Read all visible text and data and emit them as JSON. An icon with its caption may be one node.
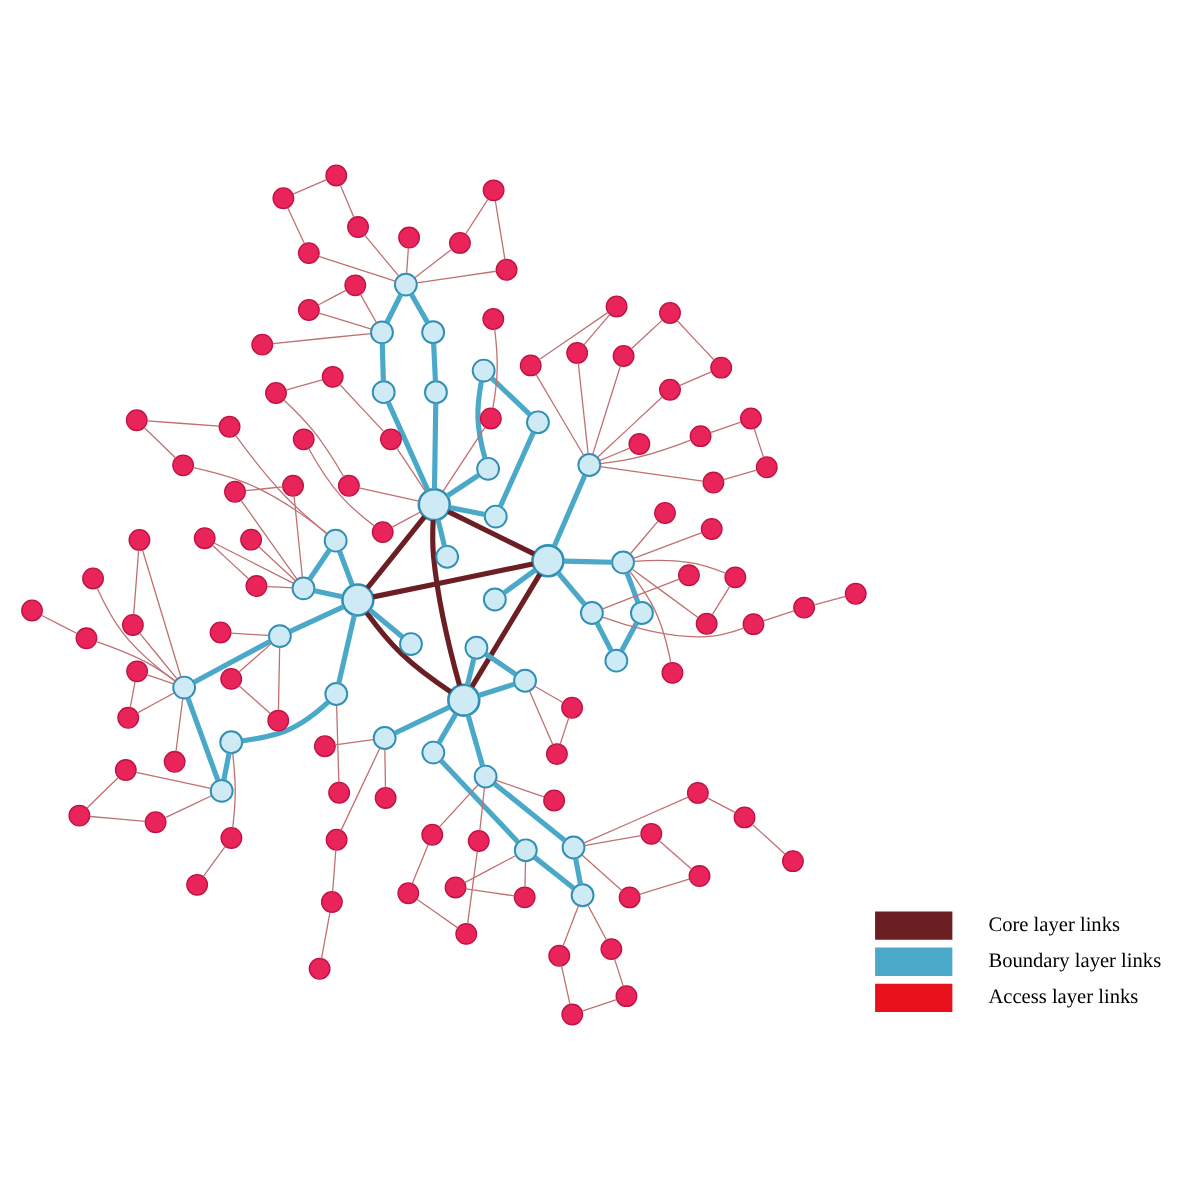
{
  "diagram": {
    "nodes": [
      {
        "text": [],
        "shape": "circle"
      },
      {
        "text": [],
        "shape": "circle"
      },
      {
        "text": [],
        "shape": "circle"
      },
      {
        "text": [],
        "shape": "circle"
      },
      {
        "text": [],
        "shape": "circle"
      },
      {
        "text": [],
        "shape": "circle"
      },
      {
        "text": [],
        "shape": "circle"
      },
      {
        "text": [],
        "shape": "circle"
      },
      {
        "text": [],
        "shape": "circle"
      },
      {
        "text": [],
        "shape": "circle"
      },
      {
        "text": [],
        "shape": "circle"
      },
      {
        "text": [],
        "shape": "circle"
      },
      {
        "text": [],
        "shape": "circle"
      },
      {
        "text": [],
        "shape": "circle"
      },
      {
        "text": [],
        "shape": "circle"
      },
      {
        "text": [],
        "shape": "circle"
      },
      {
        "text": [],
        "shape": "circle"
      },
      {
        "text": [],
        "shape": "circle"
      },
      {
        "text": [],
        "shape": "circle"
      },
      {
        "text": [],
        "shape": "circle"
      },
      {
        "text": [],
        "shape": "circle"
      },
      {
        "text": [],
        "shape": "circle"
      },
      {
        "text": [],
        "shape": "circle"
      },
      {
        "text": [],
        "shape": "circle"
      },
      {
        "text": [],
        "shape": "circle"
      },
      {
        "text": [],
        "shape": "circle"
      },
      {
        "text": [],
        "shape": "circle"
      },
      {
        "text": [],
        "shape": "circle"
      },
      {
        "text": [],
        "shape": "circle"
      },
      {
        "text": [],
        "shape": "circle"
      },
      {
        "text": [],
        "shape": "circle"
      },
      {
        "text": [],
        "shape": "circle"
      },
      {
        "text": [],
        "shape": "circle"
      },
      {
        "text": [],
        "shape": "circle"
      },
      {
        "text": [],
        "shape": "circle"
      },
      {
        "text": [],
        "shape": "circle"
      },
      {
        "text": [],
        "shape": "circle"
      },
      {
        "text": [],
        "shape": "circle"
      },
      {
        "text": [],
        "shape": "circle"
      },
      {
        "text": [],
        "shape": "circle"
      },
      {
        "text": [],
        "shape": "circle"
      },
      {
        "text": [],
        "shape": "circle"
      },
      {
        "text": [],
        "shape": "circle"
      },
      {
        "text": [],
        "shape": "circle"
      },
      {
        "text": [],
        "shape": "circle"
      },
      {
        "text": [],
        "shape": "circle"
      },
      {
        "text": [],
        "shape": "circle"
      },
      {
        "text": [],
        "shape": "circle"
      },
      {
        "text": [],
        "shape": "circle"
      },
      {
        "text": [],
        "shape": "circle"
      },
      {
        "text": [],
        "shape": "circle"
      },
      {
        "text": [],
        "shape": "circle"
      },
      {
        "text": [],
        "shape": "circle"
      },
      {
        "text": [],
        "shape": "circle"
      },
      {
        "text": [],
        "shape": "circle"
      },
      {
        "text": [],
        "shape": "circle"
      },
      {
        "text": [],
        "shape": "circle"
      },
      {
        "text": [],
        "shape": "circle"
      },
      {
        "text": [],
        "shape": "circle"
      },
      {
        "text": [],
        "shape": "circle"
      },
      {
        "text": [],
        "shape": "circle"
      },
      {
        "text": [],
        "shape": "circle"
      },
      {
        "text": [],
        "shape": "circle"
      },
      {
        "text": [],
        "shape": "circle"
      },
      {
        "text": [],
        "shape": "circle"
      },
      {
        "text": [],
        "shape": "circle"
      },
      {
        "text": [],
        "shape": "circle"
      },
      {
        "text": [],
        "shape": "circle"
      },
      {
        "text": [],
        "shape": "circle"
      },
      {
        "text": [],
        "shape": "circle"
      },
      {
        "text": [],
        "shape": "circle"
      },
      {
        "text": [],
        "shape": "circle"
      },
      {
        "text": [],
        "shape": "circle"
      },
      {
        "text": [],
        "shape": "circle"
      },
      {
        "text": [],
        "shape": "circle"
      },
      {
        "text": [],
        "shape": "circle"
      },
      {
        "text": [],
        "shape": "circle"
      },
      {
        "text": [],
        "shape": "circle"
      },
      {
        "text": [],
        "shape": "circle"
      },
      {
        "text": [],
        "shape": "circle"
      },
      {
        "text": [],
        "shape": "circle"
      },
      {
        "text": [],
        "shape": "circle"
      },
      {
        "text": [],
        "shape": "circle"
      },
      {
        "text": [],
        "shape": "circle"
      },
      {
        "text": [],
        "shape": "circle"
      },
      {
        "text": [],
        "shape": "circle"
      },
      {
        "text": [],
        "shape": "circle"
      },
      {
        "text": [],
        "shape": "circle"
      },
      {
        "text": [],
        "shape": "circle"
      },
      {
        "text": [],
        "shape": "circle"
      },
      {
        "text": [],
        "shape": "circle"
      },
      {
        "text": [],
        "shape": "circle"
      },
      {
        "text": [],
        "shape": "circle"
      },
      {
        "text": [],
        "shape": "circle"
      },
      {
        "text": [],
        "shape": "circle"
      },
      {
        "text": [],
        "shape": "circle"
      },
      {
        "text": [],
        "shape": "circle"
      },
      {
        "text": [],
        "shape": "circle"
      },
      {
        "text": [],
        "shape": "circle"
      },
      {
        "text": [],
        "shape": "circle"
      },
      {
        "text": [],
        "shape": "circle"
      },
      {
        "text": [],
        "shape": "circle"
      },
      {
        "text": [],
        "shape": "circle"
      },
      {
        "text": [],
        "shape": "circle"
      },
      {
        "text": [],
        "shape": "circle"
      },
      {
        "text": [],
        "shape": "circle"
      },
      {
        "text": [],
        "shape": "circle"
      },
      {
        "text": [],
        "shape": "circle"
      },
      {
        "text": [],
        "shape": "circle"
      },
      {
        "text": [],
        "shape": "circle"
      },
      {
        "text": [],
        "shape": "circle"
      },
      {
        "text": [],
        "shape": "circle"
      },
      {
        "text": [],
        "shape": "circle"
      },
      {
        "text": [],
        "shape": "circle"
      },
      {
        "text": [],
        "shape": "circle"
      },
      {
        "text": [],
        "shape": "circle"
      },
      {
        "text": [],
        "shape": "circle"
      },
      {
        "text": [],
        "shape": "circle"
      },
      {
        "text": [],
        "shape": "circle"
      },
      {
        "text": [],
        "shape": "circle"
      },
      {
        "text": [],
        "shape": "circle"
      },
      {
        "text": [],
        "shape": "circle"
      },
      {
        "text": [],
        "shape": "circle"
      },
      {
        "text": [],
        "shape": "circle"
      },
      {
        "text": [],
        "shape": "circle"
      }
    ],
    "edges": [
      {
        "from": 0,
        "to": 1,
        "arrow": "none",
        "style": "thick",
        "color": "#6b1f23"
      },
      {
        "from": 0,
        "to": 2,
        "arrow": "none",
        "style": "thick",
        "color": "#6b1f23"
      },
      {
        "from": 1,
        "to": 3,
        "arrow": "none",
        "style": "thick",
        "color": "#6b1f23"
      },
      {
        "from": 2,
        "to": 3,
        "arrow": "none",
        "style": "thick",
        "color": "#6b1f23"
      },
      {
        "from": 0,
        "to": 3,
        "arrow": "none",
        "style": "thick",
        "color": "#6b1f23"
      },
      {
        "from": 1,
        "to": 2,
        "arrow": "none",
        "style": "thick",
        "color": "#6b1f23"
      },
      {
        "from": 0,
        "to": 4,
        "arrow": "none",
        "style": "thick",
        "color": "#4aa8c8"
      },
      {
        "from": 0,
        "to": 5,
        "arrow": "none",
        "style": "thick",
        "color": "#4aa8c8"
      },
      {
        "from": 5,
        "to": 6,
        "arrow": "none",
        "style": "thick",
        "color": "#4aa8c8"
      },
      {
        "from": 6,
        "to": 7,
        "arrow": "none",
        "style": "thick",
        "color": "#4aa8c8"
      },
      {
        "from": 7,
        "to": 8,
        "arrow": "none",
        "style": "thick",
        "color": "#4aa8c8"
      },
      {
        "from": 8,
        "to": 0,
        "arrow": "none",
        "style": "thick",
        "color": "#4aa8c8"
      },
      {
        "from": 0,
        "to": 9,
        "arrow": "none",
        "style": "thick",
        "color": "#4aa8c8"
      },
      {
        "from": 1,
        "to": 10,
        "arrow": "none",
        "style": "thick",
        "color": "#4aa8c8"
      },
      {
        "from": 10,
        "to": 11,
        "arrow": "none",
        "style": "thick",
        "color": "#4aa8c8"
      },
      {
        "from": 11,
        "to": 1,
        "arrow": "none",
        "style": "thick",
        "color": "#4aa8c8"
      },
      {
        "from": 1,
        "to": 12,
        "arrow": "none",
        "style": "thick",
        "color": "#4aa8c8"
      },
      {
        "from": 12,
        "to": 16,
        "arrow": "none",
        "style": "thick",
        "color": "#4aa8c8"
      },
      {
        "from": 1,
        "to": 13,
        "arrow": "none",
        "style": "thick",
        "color": "#4aa8c8"
      },
      {
        "from": 13,
        "to": 14,
        "arrow": "none",
        "style": "thick",
        "color": "#4aa8c8"
      },
      {
        "from": 14,
        "to": 15,
        "arrow": "none",
        "style": "thick",
        "color": "#4aa8c8"
      },
      {
        "from": 15,
        "to": 16,
        "arrow": "none",
        "style": "thick",
        "color": "#4aa8c8"
      },
      {
        "from": 1,
        "to": 17,
        "arrow": "none",
        "style": "thick",
        "color": "#4aa8c8"
      },
      {
        "from": 2,
        "to": 18,
        "arrow": "none",
        "style": "thick",
        "color": "#4aa8c8"
      },
      {
        "from": 18,
        "to": 19,
        "arrow": "none",
        "style": "thick",
        "color": "#4aa8c8"
      },
      {
        "from": 19,
        "to": 2,
        "arrow": "none",
        "style": "thick",
        "color": "#4aa8c8"
      },
      {
        "from": 2,
        "to": 20,
        "arrow": "none",
        "style": "thick",
        "color": "#4aa8c8"
      },
      {
        "from": 2,
        "to": 25,
        "arrow": "none",
        "style": "thick",
        "color": "#4aa8c8"
      },
      {
        "from": 25,
        "to": 24,
        "arrow": "none",
        "style": "thick",
        "color": "#4aa8c8"
      },
      {
        "from": 24,
        "to": 23,
        "arrow": "none",
        "style": "thick",
        "color": "#4aa8c8"
      },
      {
        "from": 23,
        "to": 22,
        "arrow": "none",
        "style": "thick",
        "color": "#4aa8c8"
      },
      {
        "from": 22,
        "to": 21,
        "arrow": "none",
        "style": "thick",
        "color": "#4aa8c8"
      },
      {
        "from": 21,
        "to": 2,
        "arrow": "none",
        "style": "thick",
        "color": "#4aa8c8"
      },
      {
        "from": 3,
        "to": 26,
        "arrow": "none",
        "style": "thick",
        "color": "#4aa8c8"
      },
      {
        "from": 26,
        "to": 27,
        "arrow": "none",
        "style": "thick",
        "color": "#4aa8c8"
      },
      {
        "from": 27,
        "to": 28,
        "arrow": "none",
        "style": "thick",
        "color": "#4aa8c8"
      },
      {
        "from": 3,
        "to": 29,
        "arrow": "none",
        "style": "thick",
        "color": "#4aa8c8"
      },
      {
        "from": 29,
        "to": 28,
        "arrow": "none",
        "style": "thick",
        "color": "#4aa8c8"
      },
      {
        "from": 3,
        "to": 30,
        "arrow": "none",
        "style": "thick",
        "color": "#4aa8c8"
      },
      {
        "from": 30,
        "to": 31,
        "arrow": "none",
        "style": "thick",
        "color": "#4aa8c8"
      },
      {
        "from": 31,
        "to": 34,
        "arrow": "none",
        "style": "thick",
        "color": "#4aa8c8"
      },
      {
        "from": 3,
        "to": 32,
        "arrow": "none",
        "style": "thick",
        "color": "#4aa8c8"
      },
      {
        "from": 32,
        "to": 33,
        "arrow": "none",
        "style": "thick",
        "color": "#4aa8c8"
      },
      {
        "from": 33,
        "to": 34,
        "arrow": "none",
        "style": "thick",
        "color": "#4aa8c8"
      },
      {
        "from": 3,
        "to": 35,
        "arrow": "none",
        "style": "thick",
        "color": "#4aa8c8"
      },
      {
        "from": 36,
        "to": 37,
        "arrow": "none"
      },
      {
        "from": 36,
        "to": 38,
        "arrow": "none"
      },
      {
        "from": 38,
        "to": 4,
        "arrow": "none"
      },
      {
        "from": 37,
        "to": 39,
        "arrow": "none"
      },
      {
        "from": 39,
        "to": 4,
        "arrow": "none"
      },
      {
        "from": 40,
        "to": 41,
        "arrow": "none"
      },
      {
        "from": 40,
        "to": 42,
        "arrow": "none"
      },
      {
        "from": 41,
        "to": 4,
        "arrow": "none"
      },
      {
        "from": 42,
        "to": 4,
        "arrow": "none"
      },
      {
        "from": 43,
        "to": 5,
        "arrow": "none"
      },
      {
        "from": 44,
        "to": 45,
        "arrow": "none"
      },
      {
        "from": 45,
        "to": 46,
        "arrow": "none"
      },
      {
        "from": 46,
        "to": 5,
        "arrow": "none"
      },
      {
        "from": 47,
        "to": 48,
        "arrow": "none"
      },
      {
        "from": 47,
        "to": 49,
        "arrow": "none"
      },
      {
        "from": 49,
        "to": 4,
        "arrow": "none"
      },
      {
        "from": 48,
        "to": 50,
        "arrow": "none"
      },
      {
        "from": 50,
        "to": 4,
        "arrow": "none"
      },
      {
        "from": 51,
        "to": 4,
        "arrow": "none"
      },
      {
        "from": 52,
        "to": 8,
        "arrow": "none"
      },
      {
        "from": 53,
        "to": 8,
        "arrow": "none"
      },
      {
        "from": 54,
        "to": 8,
        "arrow": "none"
      },
      {
        "from": 55,
        "to": 8,
        "arrow": "none"
      },
      {
        "from": 52,
        "to": 56,
        "arrow": "none"
      },
      {
        "from": 56,
        "to": 8,
        "arrow": "none"
      },
      {
        "from": 57,
        "to": 58,
        "arrow": "none"
      },
      {
        "from": 57,
        "to": 10,
        "arrow": "none"
      },
      {
        "from": 58,
        "to": 10,
        "arrow": "none"
      },
      {
        "from": 59,
        "to": 60,
        "arrow": "none"
      },
      {
        "from": 59,
        "to": 61,
        "arrow": "none"
      },
      {
        "from": 61,
        "to": 13,
        "arrow": "none"
      },
      {
        "from": 60,
        "to": 62,
        "arrow": "none"
      },
      {
        "from": 62,
        "to": 13,
        "arrow": "none"
      },
      {
        "from": 63,
        "to": 64,
        "arrow": "none"
      },
      {
        "from": 64,
        "to": 66,
        "arrow": "none"
      },
      {
        "from": 66,
        "to": 14,
        "arrow": "none"
      },
      {
        "from": 65,
        "to": 13,
        "arrow": "none"
      },
      {
        "from": 67,
        "to": 14,
        "arrow": "none"
      },
      {
        "from": 67,
        "to": 68,
        "arrow": "none"
      },
      {
        "from": 68,
        "to": 69,
        "arrow": "none"
      },
      {
        "from": 69,
        "to": 14,
        "arrow": "none"
      },
      {
        "from": 70,
        "to": 15,
        "arrow": "none"
      },
      {
        "from": 70,
        "to": 71,
        "arrow": "none"
      },
      {
        "from": 71,
        "to": 72,
        "arrow": "none"
      },
      {
        "from": 73,
        "to": 15,
        "arrow": "none"
      },
      {
        "from": 73,
        "to": 72,
        "arrow": "none"
      },
      {
        "from": 74,
        "to": 16,
        "arrow": "none"
      },
      {
        "from": 74,
        "to": 75,
        "arrow": "none"
      },
      {
        "from": 75,
        "to": 16,
        "arrow": "none"
      },
      {
        "from": 76,
        "to": 77,
        "arrow": "none"
      },
      {
        "from": 77,
        "to": 78,
        "arrow": "none"
      },
      {
        "from": 76,
        "to": 17,
        "arrow": "none"
      },
      {
        "from": 79,
        "to": 17,
        "arrow": "none"
      },
      {
        "from": 80,
        "to": 17,
        "arrow": "none"
      },
      {
        "from": 81,
        "to": 34,
        "arrow": "none"
      },
      {
        "from": 82,
        "to": 34,
        "arrow": "none"
      },
      {
        "from": 85,
        "to": 34,
        "arrow": "none"
      },
      {
        "from": 87,
        "to": 34,
        "arrow": "none"
      },
      {
        "from": 82,
        "to": 84,
        "arrow": "none"
      },
      {
        "from": 85,
        "to": 84,
        "arrow": "none"
      },
      {
        "from": 81,
        "to": 83,
        "arrow": "none"
      },
      {
        "from": 83,
        "to": 86,
        "arrow": "none"
      },
      {
        "from": 87,
        "to": 86,
        "arrow": "none"
      },
      {
        "from": 88,
        "to": 34,
        "arrow": "none"
      },
      {
        "from": 89,
        "to": 33,
        "arrow": "none"
      },
      {
        "from": 90,
        "to": 33,
        "arrow": "none"
      },
      {
        "from": 91,
        "to": 33,
        "arrow": "none"
      },
      {
        "from": 90,
        "to": 91,
        "arrow": "none"
      },
      {
        "from": 92,
        "to": 3,
        "arrow": "none"
      },
      {
        "from": 93,
        "to": 3,
        "arrow": "none"
      },
      {
        "from": 94,
        "to": 95,
        "arrow": "none"
      },
      {
        "from": 95,
        "to": 93,
        "arrow": "none"
      },
      {
        "from": 94,
        "to": 92,
        "arrow": "none"
      },
      {
        "from": 96,
        "to": 3,
        "arrow": "none"
      },
      {
        "from": 96,
        "to": 97,
        "arrow": "none"
      },
      {
        "from": 98,
        "to": 3,
        "arrow": "none"
      },
      {
        "from": 98,
        "to": 99,
        "arrow": "none"
      },
      {
        "from": 100,
        "to": 18,
        "arrow": "none"
      },
      {
        "from": 101,
        "to": 18,
        "arrow": "none"
      },
      {
        "from": 100,
        "to": 101,
        "arrow": "none"
      },
      {
        "from": 102,
        "to": 18,
        "arrow": "none"
      },
      {
        "from": 103,
        "to": 18,
        "arrow": "none"
      },
      {
        "from": 103,
        "to": 104,
        "arrow": "none"
      },
      {
        "from": 104,
        "to": 18,
        "arrow": "none"
      },
      {
        "from": 105,
        "to": 106,
        "arrow": "none"
      },
      {
        "from": 106,
        "to": 19,
        "arrow": "none"
      },
      {
        "from": 105,
        "to": 107,
        "arrow": "none"
      },
      {
        "from": 107,
        "to": 19,
        "arrow": "none"
      },
      {
        "from": 108,
        "to": 21,
        "arrow": "none"
      },
      {
        "from": 109,
        "to": 110,
        "arrow": "none"
      },
      {
        "from": 110,
        "to": 21,
        "arrow": "none"
      },
      {
        "from": 109,
        "to": 21,
        "arrow": "none"
      },
      {
        "from": 111,
        "to": 22,
        "arrow": "none"
      },
      {
        "from": 112,
        "to": 22,
        "arrow": "none"
      },
      {
        "from": 112,
        "to": 113,
        "arrow": "none"
      },
      {
        "from": 114,
        "to": 22,
        "arrow": "none"
      },
      {
        "from": 115,
        "to": 22,
        "arrow": "none"
      },
      {
        "from": 114,
        "to": 111,
        "arrow": "none"
      },
      {
        "from": 116,
        "to": 22,
        "arrow": "none"
      },
      {
        "from": 117,
        "to": 22,
        "arrow": "none"
      },
      {
        "from": 116,
        "to": 117,
        "arrow": "none"
      },
      {
        "from": 118,
        "to": 22,
        "arrow": "none"
      },
      {
        "from": 119,
        "to": 23,
        "arrow": "none"
      },
      {
        "from": 120,
        "to": 23,
        "arrow": "none"
      },
      {
        "from": 121,
        "to": 119,
        "arrow": "none"
      },
      {
        "from": 121,
        "to": 120,
        "arrow": "none"
      },
      {
        "from": 122,
        "to": 24,
        "arrow": "none"
      },
      {
        "from": 122,
        "to": 123,
        "arrow": "none"
      },
      {
        "from": 124,
        "to": 25,
        "arrow": "none"
      }
    ],
    "legend": [
      {
        "text": "Core layer links",
        "color": "#6b1f23"
      },
      {
        "text": "Boundary layer links",
        "color": "#4aa8c8"
      },
      {
        "text": "Access layer links",
        "color": "#e8101a"
      }
    ]
  }
}
